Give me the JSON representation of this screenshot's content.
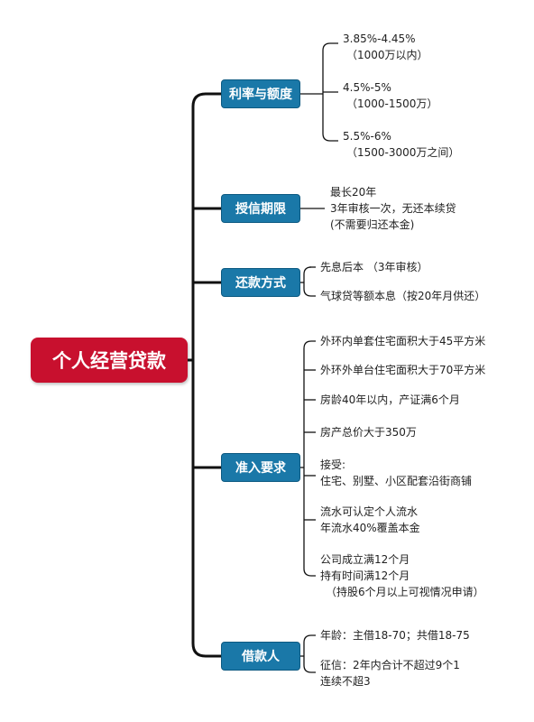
{
  "root": "个人经营贷款",
  "categories": [
    {
      "label": "利率与额度",
      "items": [
        {
          "lines": [
            "3.85%-4.45%",
            "（1000万以内）"
          ]
        },
        {
          "lines": [
            "4.5%-5%",
            "（1000-1500万）"
          ]
        },
        {
          "lines": [
            "5.5%-6%",
            "（1500-3000万之间）"
          ]
        }
      ]
    },
    {
      "label": "授信期限",
      "items": [
        {
          "lines": [
            "最长20年",
            "3年审核一次，无还本续贷",
            "(不需要归还本金)"
          ]
        }
      ]
    },
    {
      "label": "还款方式",
      "items": [
        {
          "lines": [
            "先息后本 （3年审核）"
          ]
        },
        {
          "lines": [
            "气球贷等额本息（按20年月供还）"
          ]
        }
      ]
    },
    {
      "label": "准入要求",
      "items": [
        {
          "lines": [
            "外环内单套住宅面积大于45平方米"
          ]
        },
        {
          "lines": [
            "外环外单台住宅面积大于70平方米"
          ]
        },
        {
          "lines": [
            "房龄40年以内，产证满6个月"
          ]
        },
        {
          "lines": [
            "房产总价大于350万"
          ]
        },
        {
          "lines": [
            "接受:",
            "住宅、别墅、小区配套沿街商铺"
          ]
        },
        {
          "lines": [
            "流水可认定个人流水",
            "年流水40%覆盖本金"
          ]
        },
        {
          "lines": [
            "公司成立满12个月",
            "持有时间满12个月",
            "（持股6个月以上可视情况申请）"
          ]
        }
      ]
    },
    {
      "label": "借款人",
      "items": [
        {
          "lines": [
            "年龄：主借18-70；共借18-75"
          ]
        },
        {
          "lines": [
            "征信：2年内合计不超过9个1",
            "连续不超3"
          ]
        }
      ]
    }
  ]
}
